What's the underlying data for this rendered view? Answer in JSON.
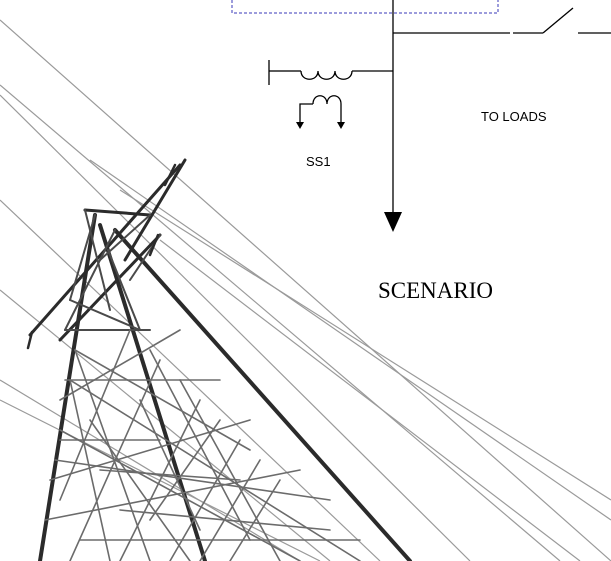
{
  "labels": {
    "loads": "TO LOADS",
    "substation": "SS1",
    "scenario": "SCENARIO"
  },
  "colors": {
    "line": "#000000",
    "dashed_box": "#3a3ab8",
    "tower_dark": "#2b2b2b",
    "tower_mid": "#6b6b6b",
    "wires": "#9a9a9a",
    "background": "#ffffff"
  }
}
